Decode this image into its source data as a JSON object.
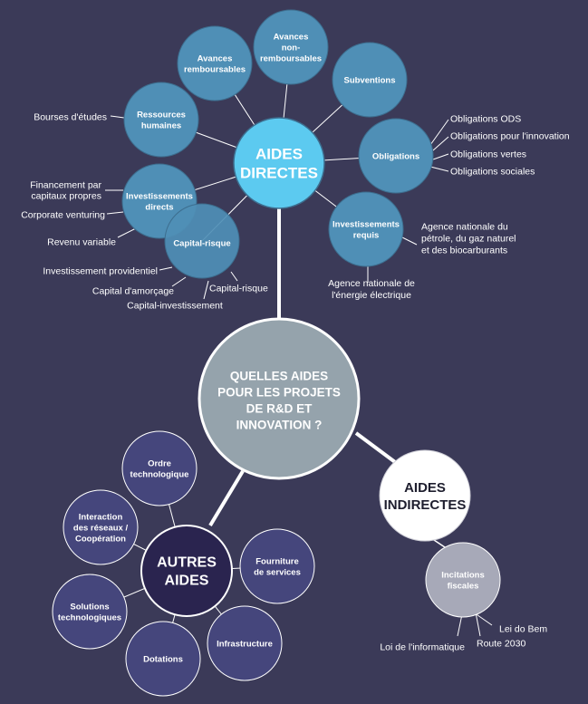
{
  "center": {
    "lines": [
      "QUELLES AIDES",
      "POUR LES PROJETS",
      "DE R&D ET",
      "INNOVATION ?"
    ]
  },
  "aides_directes": {
    "title_lines": [
      "AIDES",
      "DIRECTES"
    ],
    "nodes": {
      "avances_remboursables": [
        "Avances",
        "remboursables"
      ],
      "avances_non_remboursables": [
        "Avances",
        "non-",
        "remboursables"
      ],
      "subventions": [
        "Subventions"
      ],
      "ressources_humaines": [
        "Ressources",
        "humaines"
      ],
      "obligations": [
        "Obligations"
      ],
      "investissements_directs": [
        "Investissements",
        "directs"
      ],
      "capital_risque": [
        "Capital-risque"
      ],
      "investissements_requis": [
        "Investissements",
        "requis"
      ]
    },
    "leaves": {
      "bourses": [
        "Bourses d'études"
      ],
      "obligations_ods": [
        "Obligations ODS"
      ],
      "obligations_innovation": [
        "Obligations pour l'innovation"
      ],
      "obligations_vertes": [
        "Obligations vertes"
      ],
      "obligations_sociales": [
        "Obligations sociales"
      ],
      "financement_capitaux": [
        "Financement par",
        "capitaux propres"
      ],
      "corporate_venturing": [
        "Corporate venturing"
      ],
      "revenu_variable": [
        "Revenu variable"
      ],
      "investissement_providentiel": [
        "Investissement providentiel"
      ],
      "capital_amorcage": [
        "Capital d'amorçage"
      ],
      "capital_risque_leaf": [
        "Capital-risque"
      ],
      "capital_investissement": [
        "Capital-investissement"
      ],
      "agence_petrole": [
        "Agence nationale du",
        "pétrole, du gaz naturel",
        "et des biocarburants"
      ],
      "agence_energie": [
        "Agence nationale de",
        "l'énergie électrique"
      ]
    }
  },
  "aides_indirectes": {
    "title_lines": [
      "AIDES",
      "INDIRECTES"
    ],
    "node": [
      "Incitations",
      "fiscales"
    ],
    "leaves": {
      "lei_do_bem": [
        "Lei do Bem"
      ],
      "loi_informatique": [
        "Loi de l'informatique"
      ],
      "route_2030": [
        "Route 2030"
      ]
    }
  },
  "autres_aides": {
    "title_lines": [
      "AUTRES",
      "AIDES"
    ],
    "nodes": {
      "ordre_technologique": [
        "Ordre",
        "technologique"
      ],
      "interaction_reseaux": [
        "Interaction",
        "des réseaux /",
        "Coopération"
      ],
      "solutions_technologiques": [
        "Solutions",
        "technologiques"
      ],
      "dotations": [
        "Dotations"
      ],
      "infrastructure": [
        "Infrastructure"
      ],
      "fourniture_services": [
        "Fourniture",
        "de services"
      ]
    }
  },
  "colors": {
    "background": "#3b3a58",
    "directes_hub": "#5ccaf0",
    "directes_node": "#4f8fb6",
    "center": "#95a3ac",
    "indirectes_hub": "#ffffff",
    "indirectes_node": "#a7a9b8",
    "autres_hub": "#2a244f",
    "autres_node": "#45467c",
    "line": "#ffffff"
  }
}
